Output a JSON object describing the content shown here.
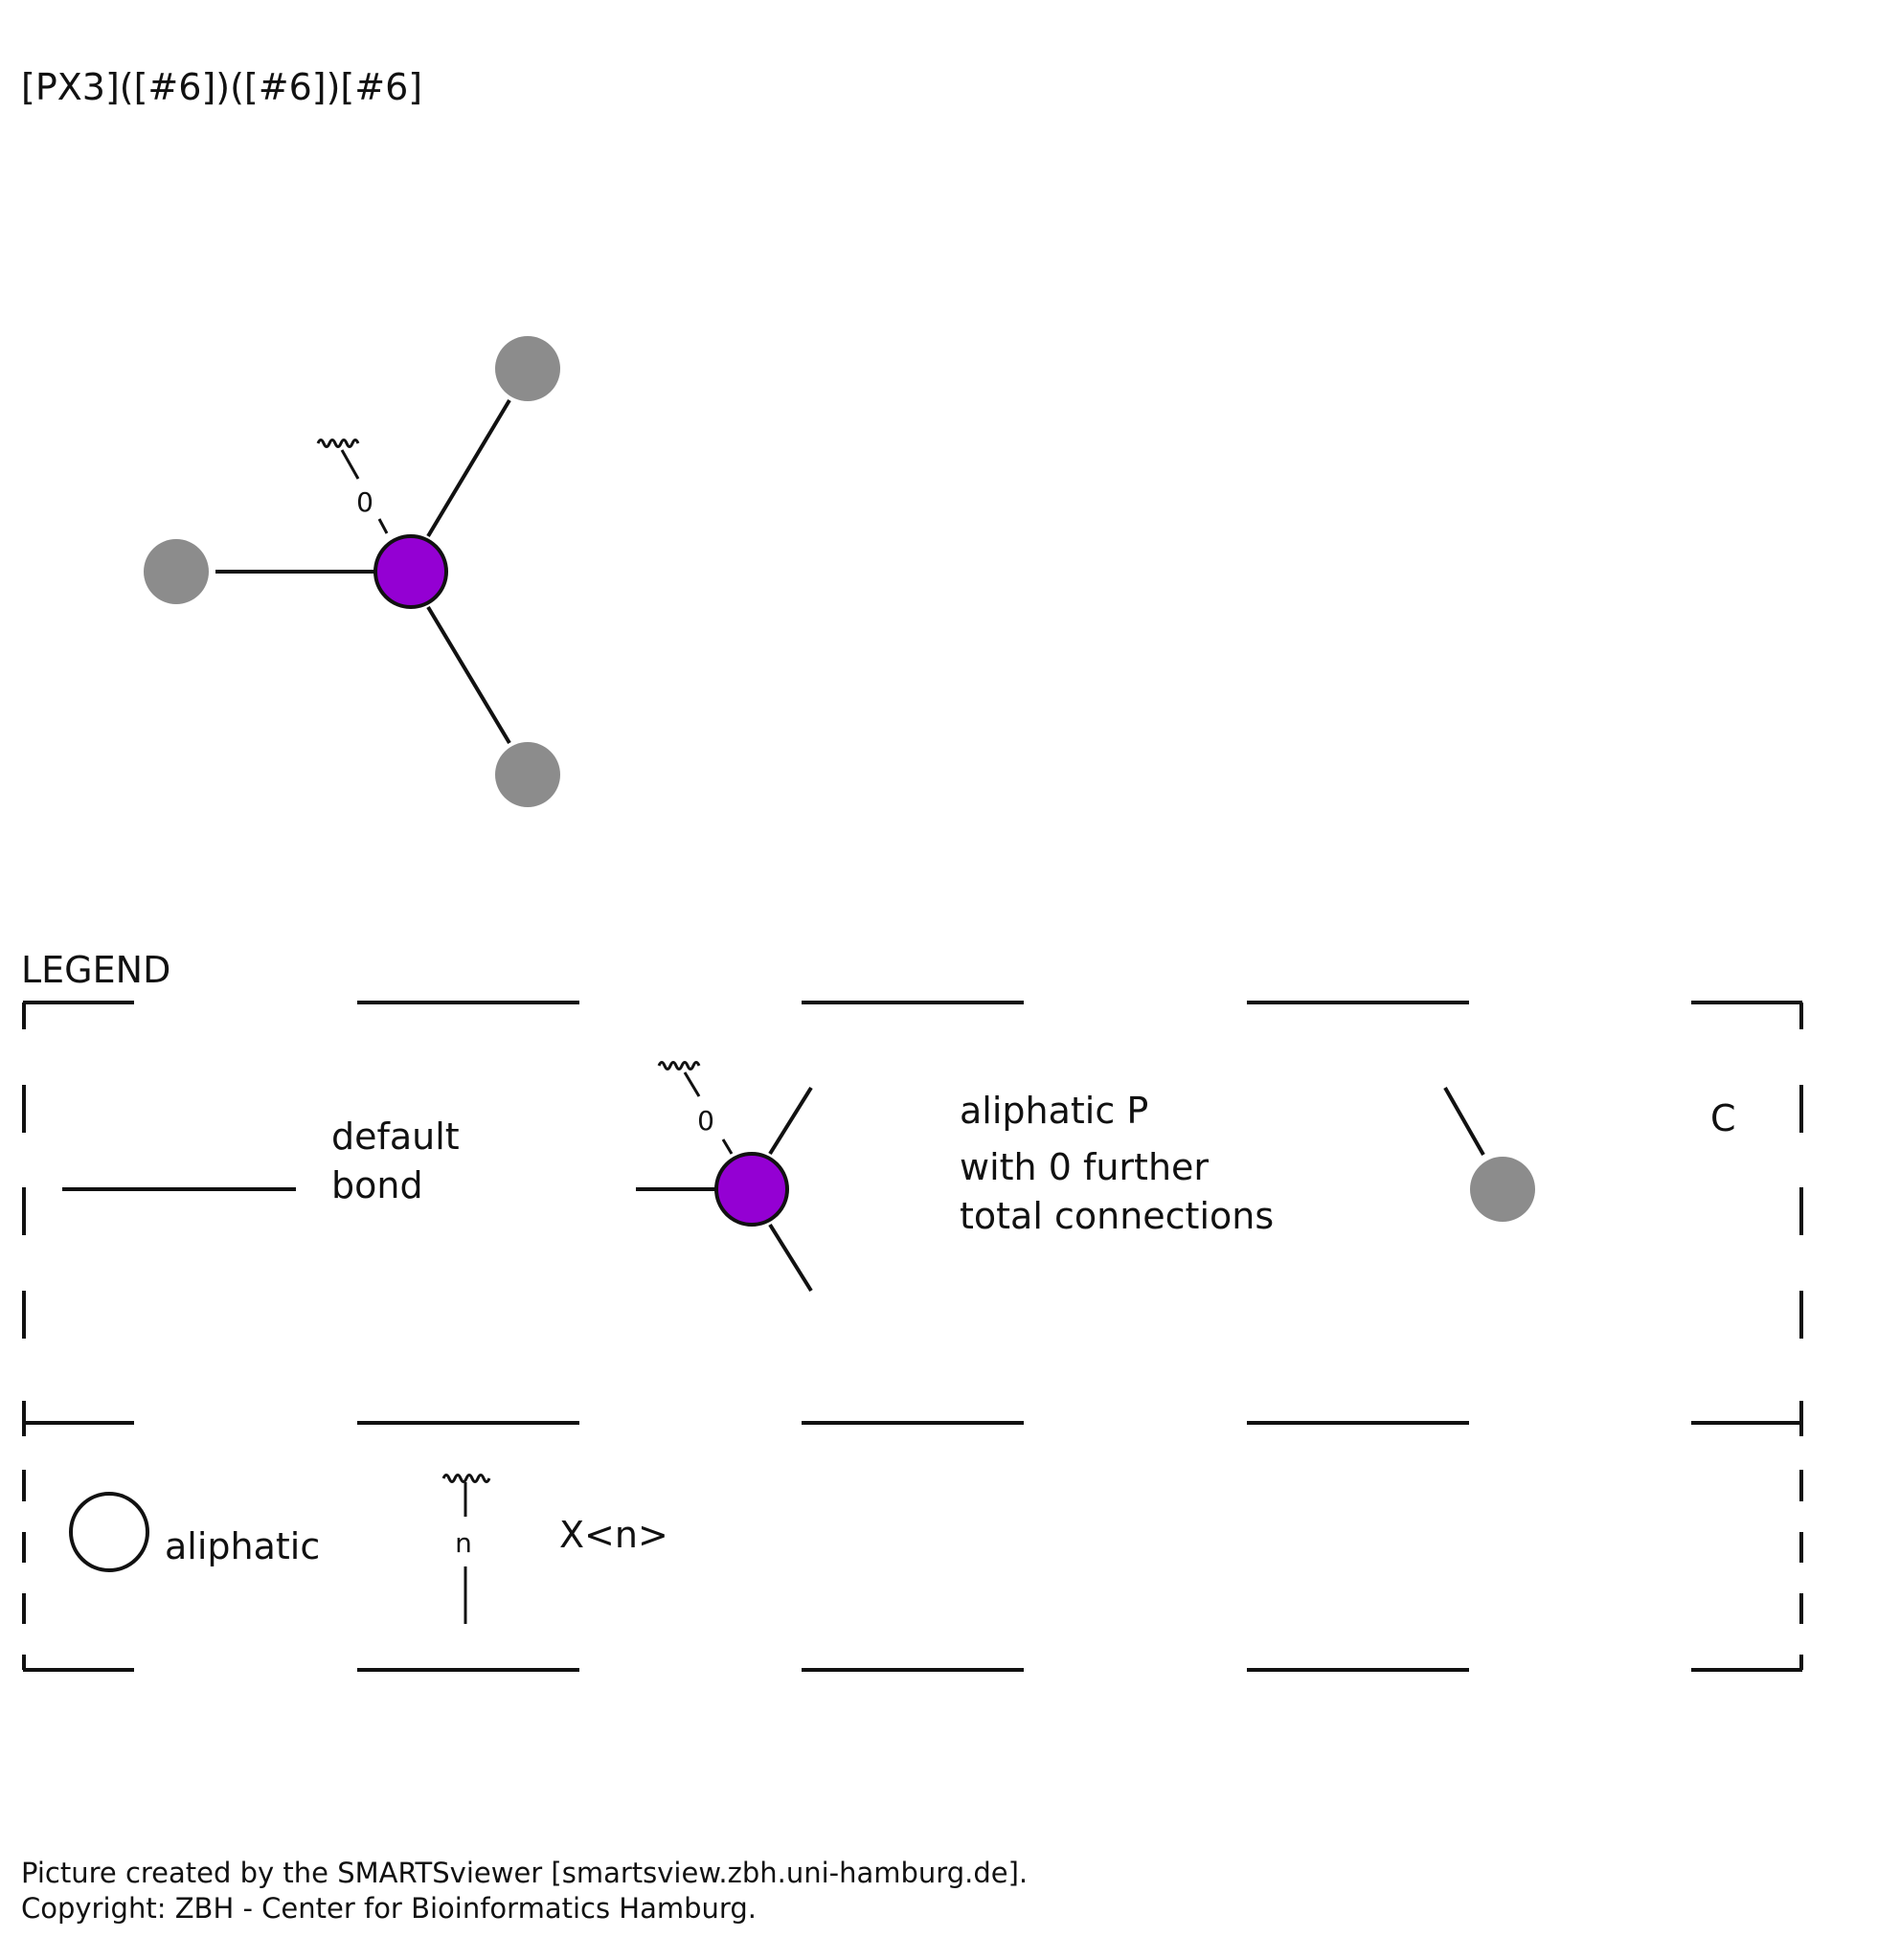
{
  "header": {
    "smarts": "[PX3]([#6])([#6])[#6]"
  },
  "colors": {
    "phosphorus": "#9400D3",
    "carbon": "#8C8C8C",
    "ink": "#111111"
  },
  "molecule": {
    "degree_label": "0"
  },
  "legend": {
    "title": "LEGEND",
    "default_bond": {
      "line1": "default",
      "line2": "bond"
    },
    "atom_p": {
      "degree_label": "0",
      "line1": "aliphatic P",
      "line2": "with 0 further",
      "line3": "total connections"
    },
    "atom_c": {
      "label": "C"
    },
    "aliphatic": {
      "label": "aliphatic"
    },
    "connectivity": {
      "n_label": "n",
      "label": "X<n>"
    }
  },
  "footer": {
    "line1": "Picture created by the SMARTSviewer [smartsview.zbh.uni-hamburg.de].",
    "line2": "Copyright: ZBH - Center for Bioinformatics Hamburg."
  }
}
